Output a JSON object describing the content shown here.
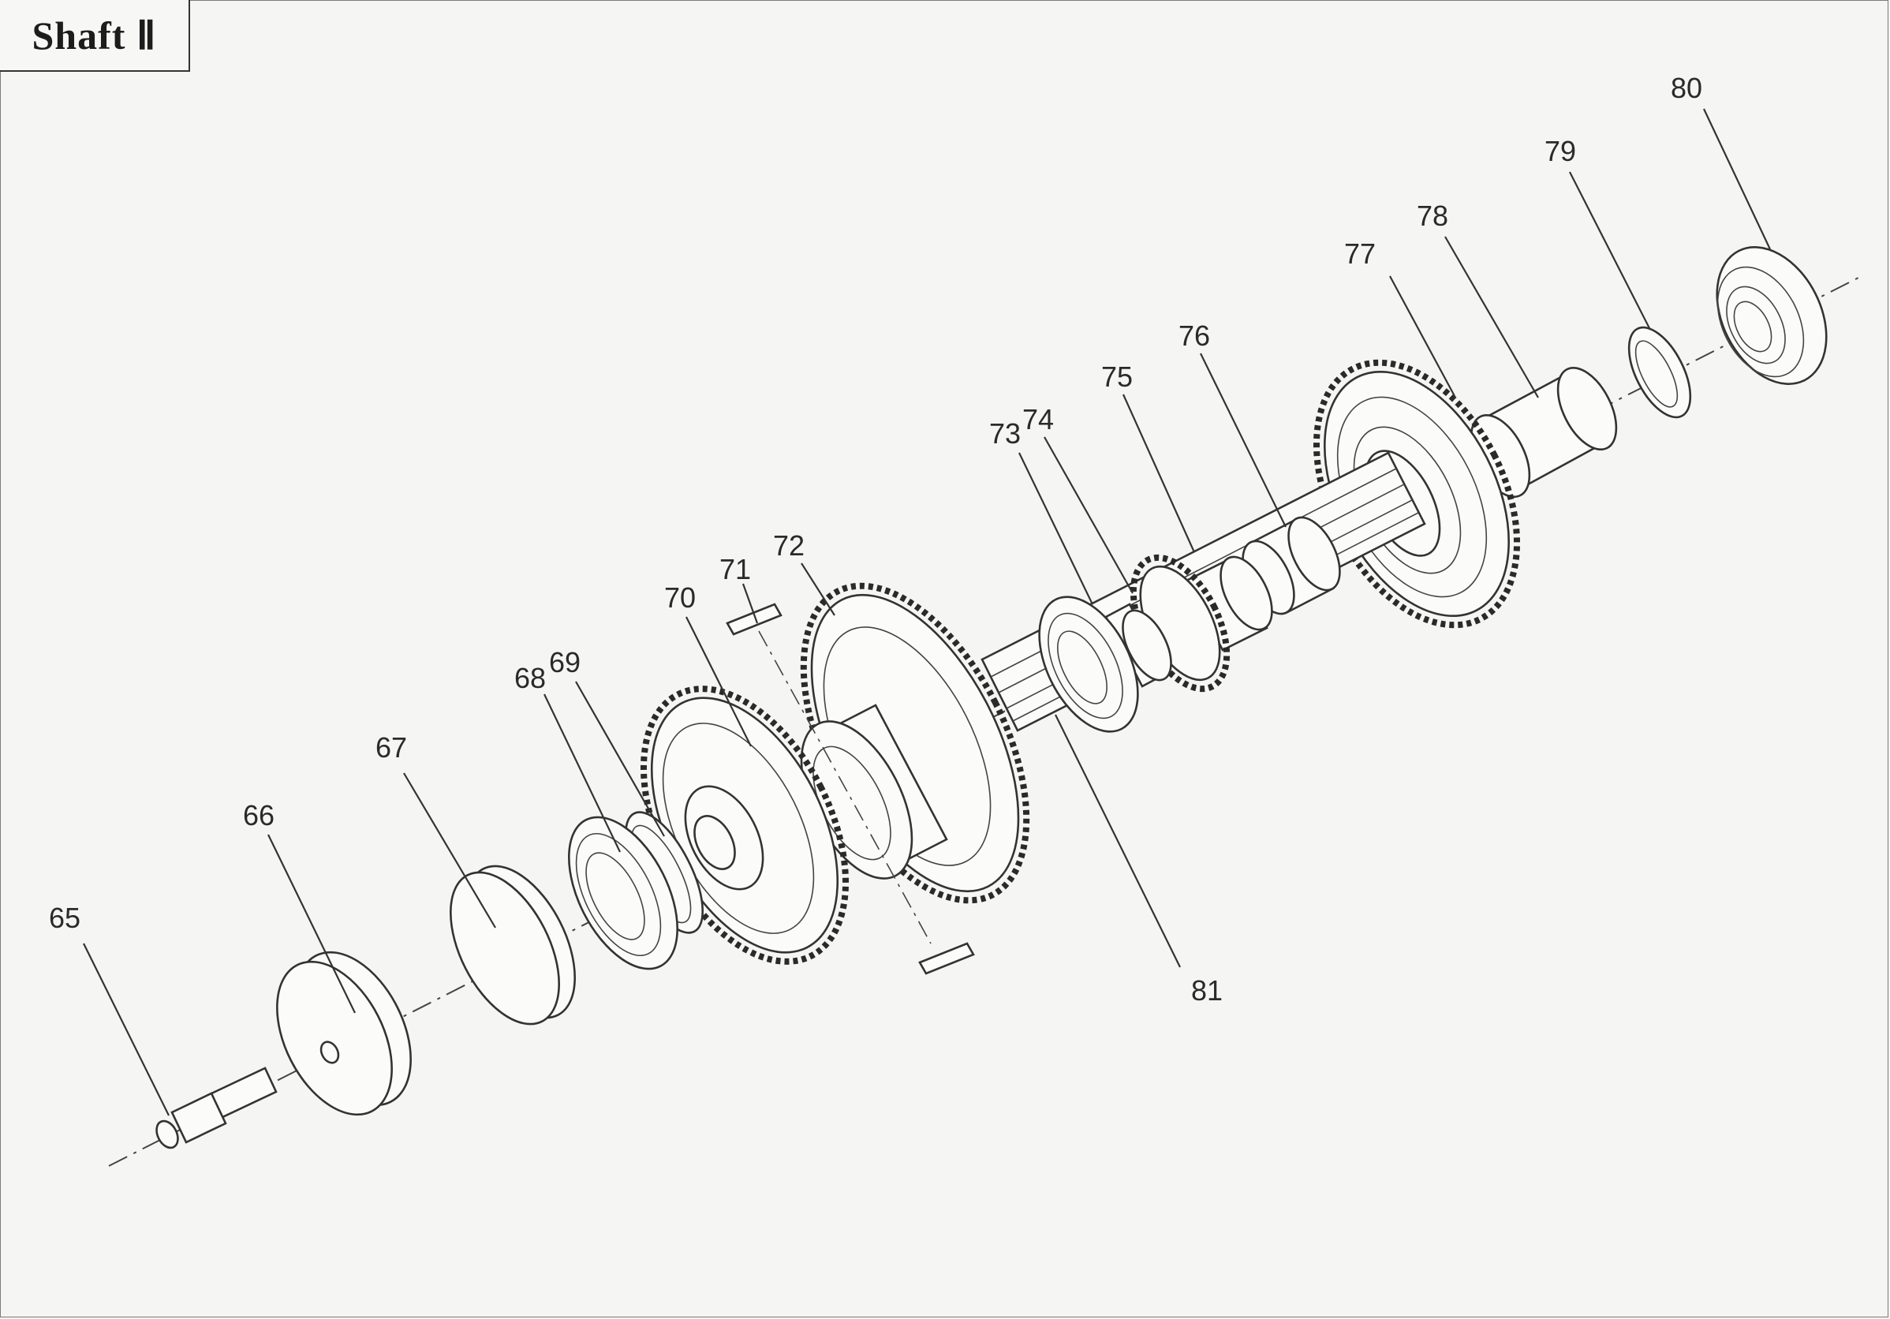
{
  "title": "Shaft Ⅱ",
  "parts": [
    {
      "number": "65",
      "name": "screw"
    },
    {
      "number": "66",
      "name": "washer"
    },
    {
      "number": "67",
      "name": "cover"
    },
    {
      "number": "68",
      "name": "bearing"
    },
    {
      "number": "69",
      "name": "circlip"
    },
    {
      "number": "70",
      "name": "gear"
    },
    {
      "number": "71",
      "name": "key"
    },
    {
      "number": "72",
      "name": "gear"
    },
    {
      "number": "73",
      "name": "bearing"
    },
    {
      "number": "74",
      "name": "spacer"
    },
    {
      "number": "75",
      "name": "gear"
    },
    {
      "number": "76",
      "name": "sleeve"
    },
    {
      "number": "77",
      "name": "gear"
    },
    {
      "number": "78",
      "name": "sleeve"
    },
    {
      "number": "79",
      "name": "washer"
    },
    {
      "number": "80",
      "name": "bearing"
    },
    {
      "number": "81",
      "name": "shaft"
    }
  ]
}
